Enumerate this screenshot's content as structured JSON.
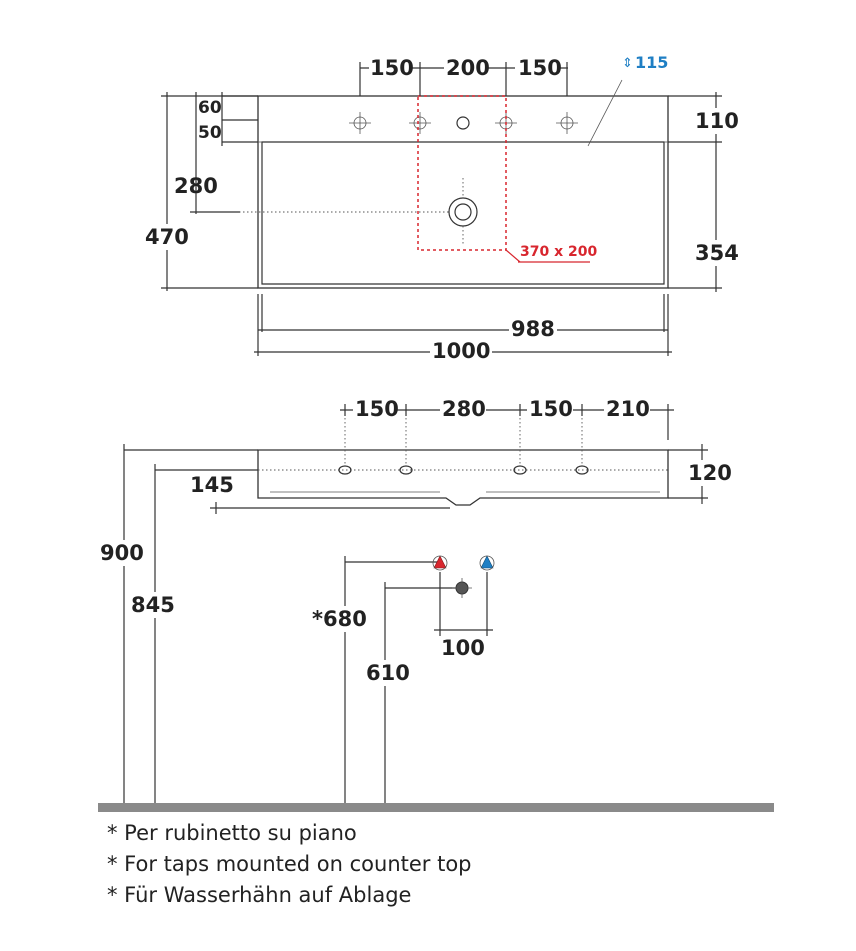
{
  "top_view": {
    "hole_spacing": [
      "150",
      "200",
      "150"
    ],
    "overflow_dim": "115",
    "left_dims": [
      "60",
      "50"
    ],
    "drain_height": "280",
    "total_depth": "470",
    "right_upper": "110",
    "right_lower": "354",
    "inner_width": "988",
    "total_width": "1000",
    "cutout": "370 x 200"
  },
  "front_view": {
    "hole_spacing": [
      "150",
      "280",
      "150",
      "210"
    ],
    "thickness": "120",
    "inset": "145"
  },
  "installation": {
    "height_total": "900",
    "height_rim": "845",
    "tap_height": "*680",
    "waste_height": "610",
    "supply_spacing": "100"
  },
  "colors": {
    "hot": "#d8262e",
    "cold": "#1f7fc4",
    "floor": "#8a8a8a"
  },
  "notes": [
    "* Per rubinetto su piano",
    "* For taps mounted on counter top",
    "* Für Wasserhähn auf Ablage"
  ]
}
